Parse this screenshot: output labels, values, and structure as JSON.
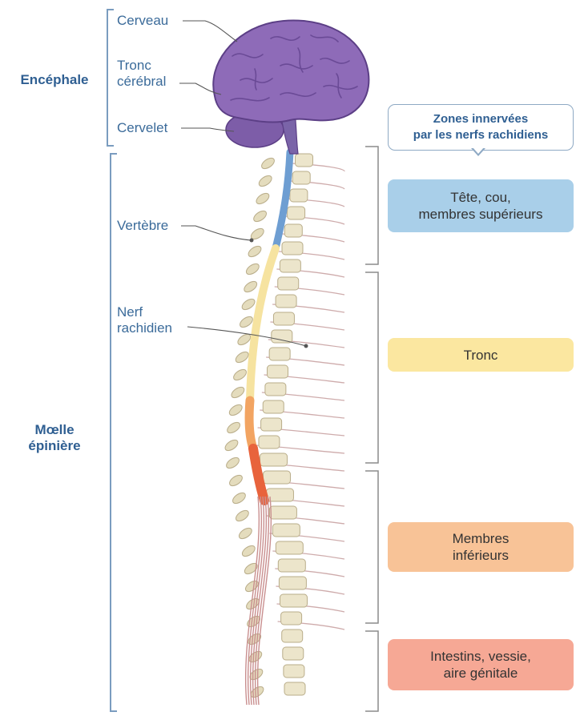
{
  "groups": {
    "encephale": "Encéphale",
    "moelle": "Mœlle\népinière"
  },
  "labels": {
    "cerveau": "Cerveau",
    "tronc_cerebral": "Tronc\ncérébral",
    "cervelet": "Cervelet",
    "vertebre": "Vertèbre",
    "nerf_rachidien": "Nerf\nrachidien"
  },
  "callout": "Zones innervées\npar les nerfs rachidiens",
  "zones": [
    {
      "label": "Tête, cou,\nmembres supérieurs",
      "color": "#a9cfe9"
    },
    {
      "label": "Tronc",
      "color": "#fbe7a0"
    },
    {
      "label": "Membres\ninférieurs",
      "color": "#f8c397"
    },
    {
      "label": "Intestins, vessie,\naire génitale",
      "color": "#f6a895"
    }
  ],
  "colors": {
    "label_text": "#3b6b9a",
    "brain": "#8e6bb8",
    "vertebra": "#e9e2c8",
    "spine_blue": "#6e9ed2",
    "spine_yellow": "#f6e3a0",
    "spine_orange": "#f2a462",
    "spine_red": "#e8633c",
    "nerve": "#c79a9a"
  }
}
